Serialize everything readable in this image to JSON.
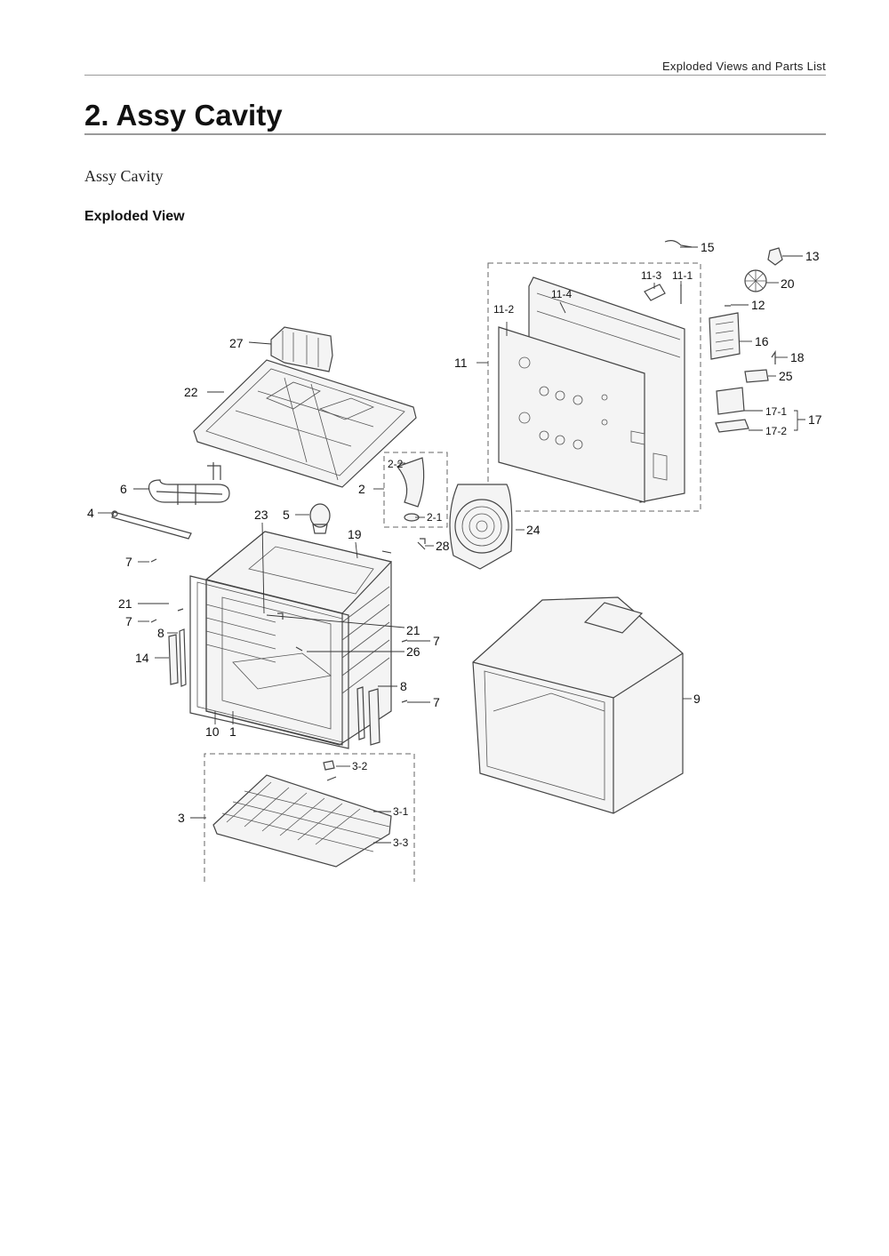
{
  "header": {
    "running_title": "Exploded Views and Parts List"
  },
  "page": {
    "title": "2.  Assy Cavity",
    "subtitle": "Assy Cavity",
    "section_heading": "Exploded View"
  },
  "callouts": {
    "c1": "1",
    "c2": "2",
    "c2_1": "2-1",
    "c2_2": "2-2",
    "c3": "3",
    "c3_1": "3-1",
    "c3_2": "3-2",
    "c3_3": "3-3",
    "c4": "4",
    "c5": "5",
    "c6": "6",
    "c7": "7",
    "c8": "8",
    "c9": "9",
    "c10": "10",
    "c11": "11",
    "c11_1": "11-1",
    "c11_2": "11-2",
    "c11_3": "11-3",
    "c11_4": "11-4",
    "c12": "12",
    "c13": "13",
    "c14": "14",
    "c15": "15",
    "c16": "16",
    "c17": "17",
    "c17_1": "17-1",
    "c17_2": "17-2",
    "c18": "18",
    "c19": "19",
    "c20": "20",
    "c21": "21",
    "c22": "22",
    "c23": "23",
    "c24": "24",
    "c25": "25",
    "c26": "26",
    "c27": "27",
    "c28": "28"
  }
}
